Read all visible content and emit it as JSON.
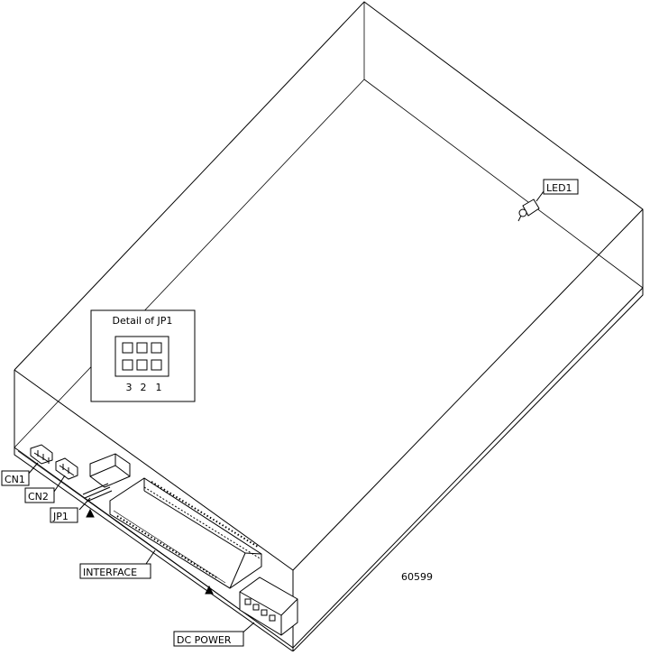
{
  "labels": {
    "led1": "LED1",
    "cn1": "CN1",
    "cn2": "CN2",
    "jp1": "JP1",
    "interface": "INTERFACE",
    "dc_power": "DC POWER"
  },
  "detail": {
    "title": "Detail of JP1",
    "pins": [
      "3",
      "2",
      "1"
    ]
  },
  "figure_number": "60599"
}
